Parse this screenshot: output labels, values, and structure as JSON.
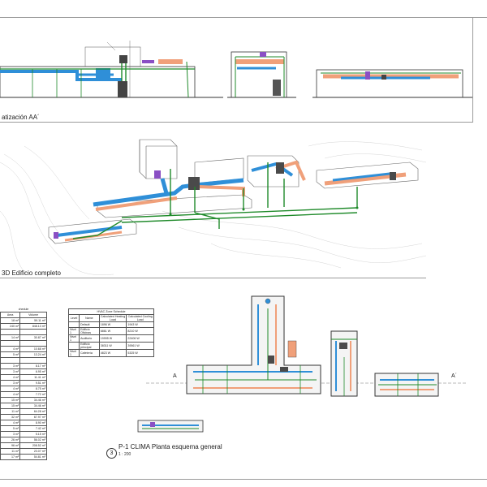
{
  "section_title": "atización AA´",
  "view3d_title": "3D Edificio completo",
  "plan": {
    "number": "3",
    "title": "P-1 CLIMA Planta esquema general",
    "scale": "1 : 200",
    "marker_left": "A",
    "marker_right": "A´"
  },
  "room_schedule": {
    "title": "chedule",
    "headers": [
      "Area",
      "Volume"
    ],
    "rows": [
      [
        "18 m²",
        "59.11 m³"
      ],
      [
        "240 m²",
        "848.13 m³"
      ],
      [
        "",
        ""
      ],
      [
        "14 m²",
        "30.87 m³"
      ],
      [
        "",
        ""
      ],
      [
        "4 m²",
        "10.68 m³"
      ],
      [
        "5 m²",
        "13.24 m³"
      ],
      [
        "",
        ""
      ],
      [
        "3 m²",
        "8.17 m³"
      ],
      [
        "3 m²",
        "6.95 m³"
      ],
      [
        "4 m²",
        "11.41 m³"
      ],
      [
        "3 m²",
        "9.51 m³"
      ],
      [
        "4 m²",
        "8.75 m³"
      ],
      [
        "4 m²",
        "7.72 m³"
      ],
      [
        "15 m²",
        "34.46 m³"
      ],
      [
        "15 m²",
        "34.46 m³"
      ],
      [
        "11 m²",
        "64.28 m³"
      ],
      [
        "32 m²",
        "67.97 m³"
      ],
      [
        "4 m²",
        "8.90 m³"
      ],
      [
        "5 m²",
        "7.42 m³"
      ],
      [
        "3 m²",
        "5.15 m³"
      ],
      [
        "26 m²",
        "56.02 m³"
      ],
      [
        "96 m²",
        "208.52 m³"
      ],
      [
        "11 m²",
        "23.07 m³"
      ],
      [
        "17 m²",
        "54.81 m³"
      ]
    ]
  },
  "hvac_schedule": {
    "title": "HVAC Zone Schedule",
    "headers": [
      "Level",
      "Name",
      "Calculated Heating Load",
      "Calculated Cooling Load"
    ],
    "rows": [
      [
        "",
        "Default",
        "1896 W",
        "1943 W"
      ],
      [
        "Nivel 1",
        "Edificio Oficinas",
        "6861 W",
        "8210 W"
      ],
      [
        "Nivel 1",
        "Auditorio",
        "19995 W",
        "22406 W"
      ],
      [
        "",
        "Edificio principal",
        "38311 W",
        "39561 W"
      ],
      [
        "Nivel 1",
        "Cafetería",
        "4823 W",
        "5325 W"
      ]
    ]
  },
  "colors": {
    "supply_duct": "#2f8fd8",
    "return_duct": "#f0a07a",
    "pipe": "#1f8a2a",
    "equipment": "#5a5a5a",
    "accent_purple": "#8a4fc4"
  }
}
